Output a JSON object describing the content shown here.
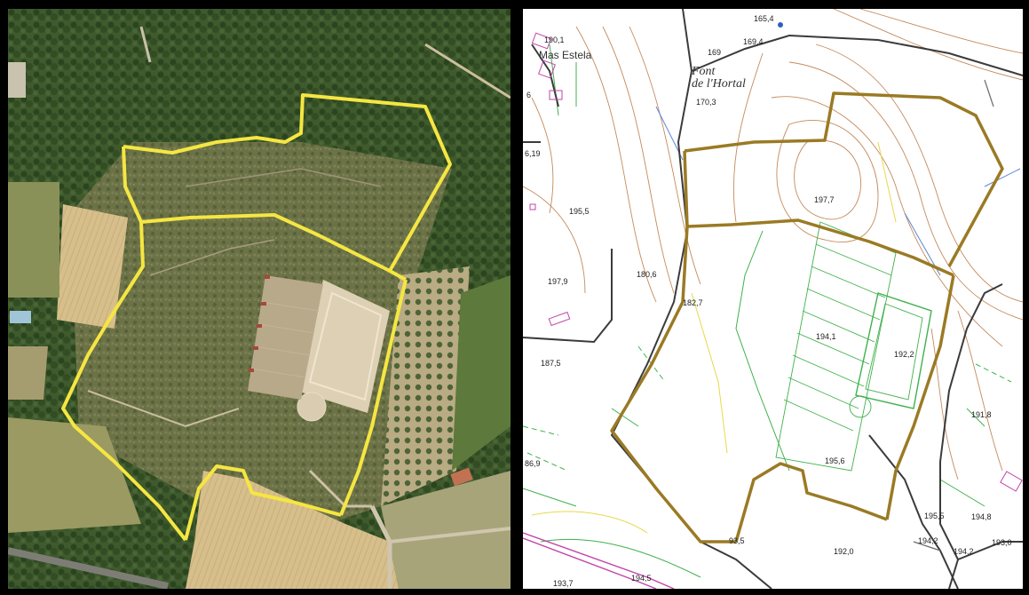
{
  "aerial_panel": {
    "boundary_color": "#f5e642"
  },
  "topo_panel": {
    "boundary_color": "#9a7a24",
    "place_names": {
      "mas_estela": "Mas Estela",
      "font_line1": "Font",
      "font_line2": "de l'Hortal"
    },
    "elevations": {
      "e1": "190,1",
      "e2": "165,4",
      "e3": "169",
      "e4": "169,4",
      "e5": "170,3",
      "e6": "195,5",
      "e7": "197,7",
      "e8": "197,9",
      "e9": "180,6",
      "e10": "182,7",
      "e11": "194,1",
      "e12": "192,2",
      "e13": "187,5",
      "e14": "191,8",
      "e15": "86,9",
      "e16": "195,6",
      "e17": "195,5",
      "e18": "194,8",
      "e19": "194,2",
      "e20": "194,2",
      "e21": "193,0",
      "e22": "192,0",
      "e23": "93,5",
      "e24": "193,7",
      "e25": "194,5",
      "e26": "6,19",
      "e27": "6"
    }
  }
}
